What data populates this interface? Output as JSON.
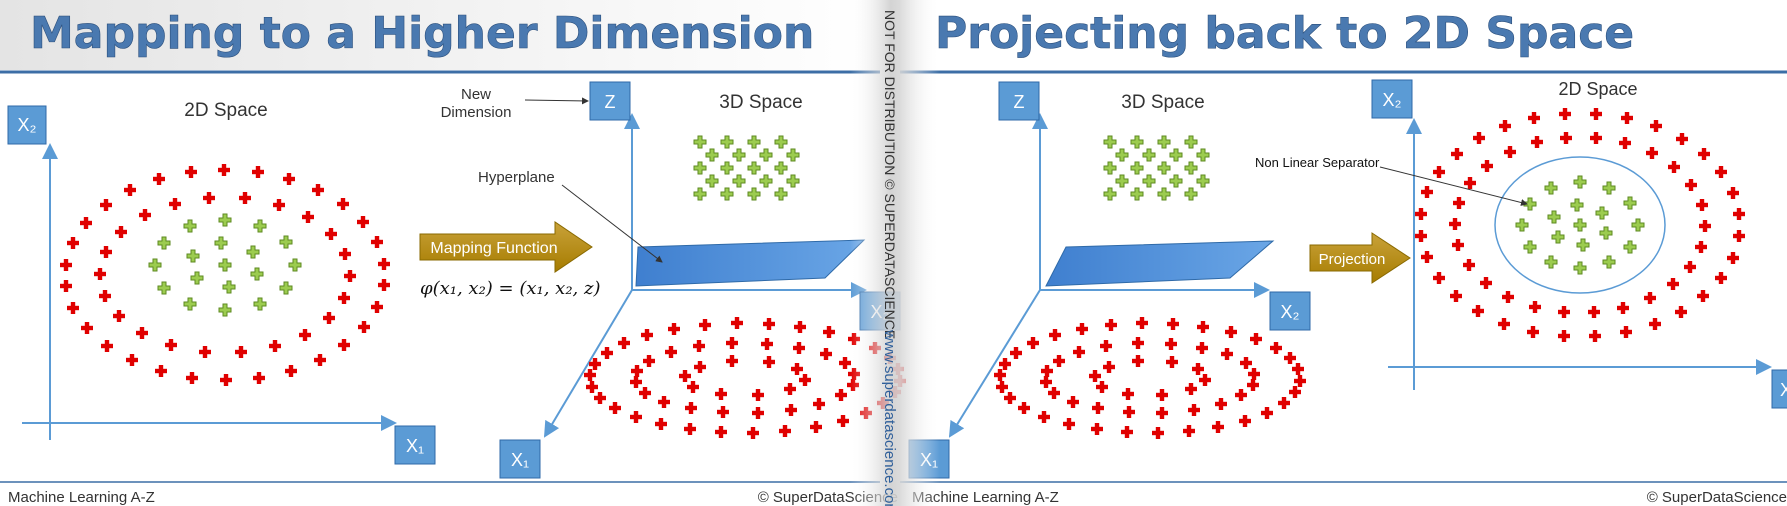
{
  "left_slide": {
    "title": "Mapping to a Higher Dimension",
    "space_2d_label": "2D Space",
    "space_3d_label": "3D Space",
    "axis_x1": "X₁",
    "axis_x2": "X₂",
    "axis_z": "Z",
    "new_dimension_label": "New Dimension",
    "hyperplane_label": "Hyperplane",
    "arrow_label": "Mapping Function",
    "formula": "φ(x₁, x₂) = (x₁, x₂, z)",
    "footer_left": "Machine Learning A-Z",
    "footer_right": "© SuperDataScience"
  },
  "right_slide": {
    "title": "Projecting back to 2D Space",
    "space_3d_label": "3D Space",
    "space_2d_label": "2D Space",
    "axis_x1": "X₁",
    "axis_x2": "X₂",
    "axis_z": "Z",
    "separator_label": "Non Linear Separator",
    "arrow_label": "Projection",
    "footer_left": "Machine Learning A-Z",
    "footer_right": "© SuperDataScience"
  },
  "watermark": {
    "top": "NOT FOR DISTRIBUTION © SUPERDATASCIENCE",
    "bottom": "www.superdatascience.com"
  },
  "colors": {
    "title": "#4a79b0",
    "axis": "#5b9bd5",
    "axis_box": "#5b9bd5",
    "red_cross": "#e00000",
    "green_cross": "#8fc33b",
    "arrow": "#bf9000",
    "plane": "#4f8fd6"
  },
  "icons": {
    "red_point": "red-cross-icon",
    "green_point": "green-cross-icon"
  }
}
